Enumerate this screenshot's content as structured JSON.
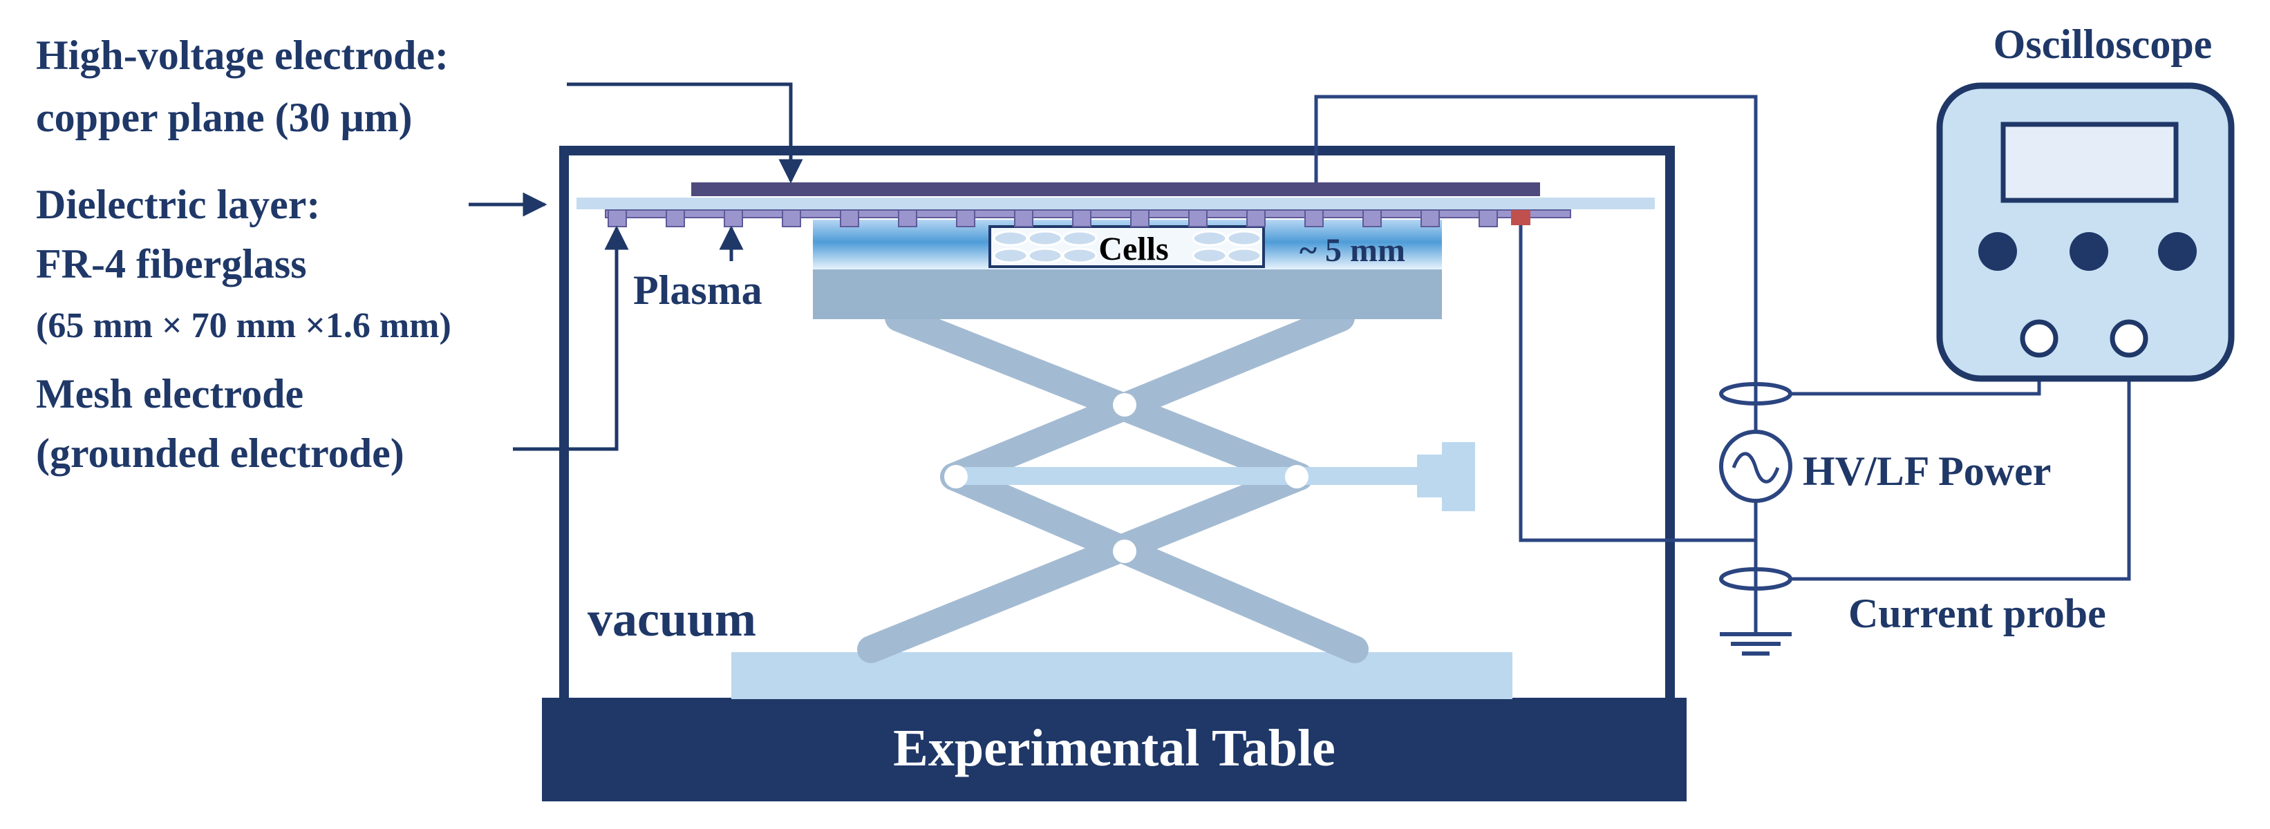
{
  "labels": {
    "hv_electrode_line1": "High-voltage electrode:",
    "hv_electrode_line2": "copper plane (30 μm)",
    "dielectric_line1": "Dielectric layer:",
    "dielectric_line2": "FR-4 fiberglass",
    "dielectric_line3": "(65 mm × 70 mm ×1.6 mm)",
    "mesh_line1": "Mesh electrode",
    "mesh_line2": "(grounded electrode)",
    "plasma": "Plasma",
    "cells": "Cells",
    "gap": "~ 5 mm",
    "vacuum": "vacuum",
    "table": "Experimental Table",
    "oscilloscope": "Oscilloscope",
    "power": "HV/LF Power",
    "current_probe": "Current probe"
  },
  "colors": {
    "navy": "#1f3868",
    "line": "#2b4580",
    "copper_plane": "#4f4a7e",
    "dielectric": "#c5dcf0",
    "mesh": "#9a95cc",
    "scissor": "#a3bbd2",
    "platform": "#98b3cc",
    "base_plate": "#bcd8ee",
    "oscilloscope_body": "#c9e0f3",
    "oscilloscope_screen": "#e5edf9",
    "mesh_contact": "#c0504d"
  },
  "icons": {
    "ac_source": "ac-sine-source-icon",
    "ground": "ground-symbol-icon",
    "probe": "current-probe-ring-icon"
  }
}
